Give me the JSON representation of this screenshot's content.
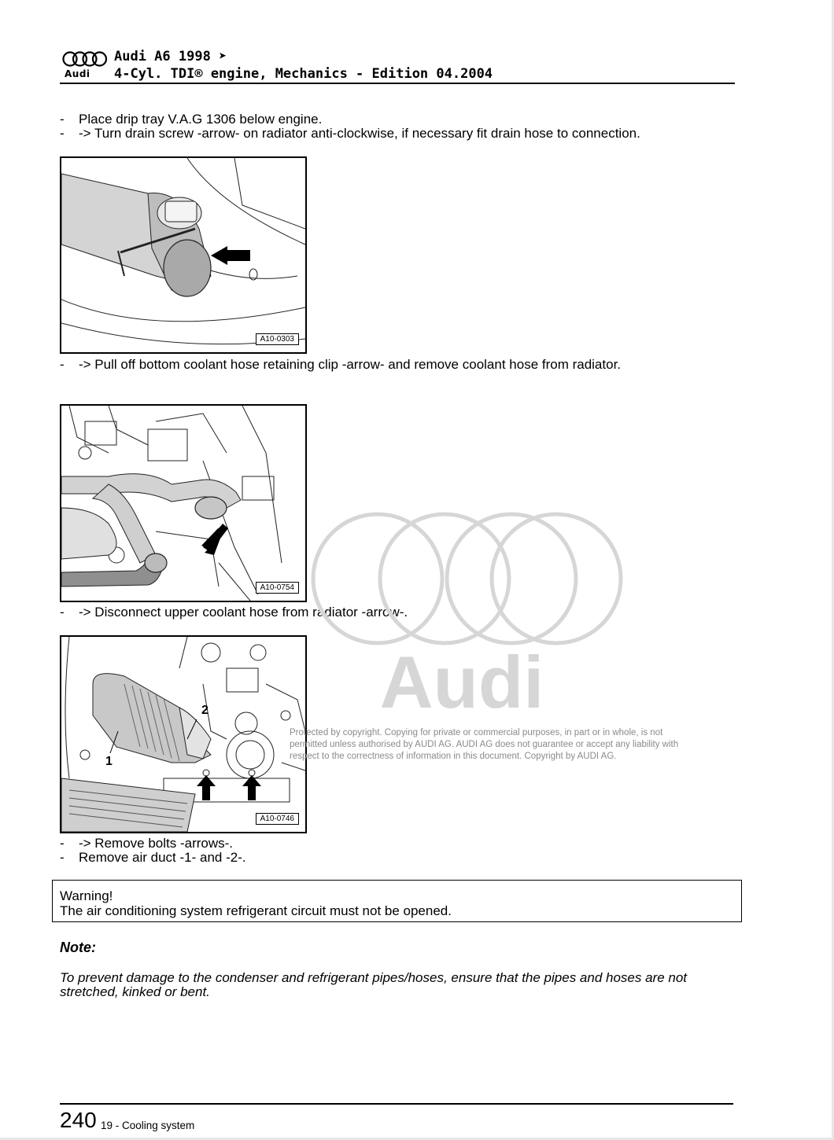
{
  "header": {
    "brand": "Audi",
    "model_line": "Audi A6 1998 ➤",
    "subtitle": "4-Cyl. TDI® engine, Mechanics - Edition 04.2004"
  },
  "steps": [
    {
      "dash": "-",
      "text": "Place drip tray V.A.G 1306 below engine."
    },
    {
      "dash": "-",
      "text": "-> Turn drain screw -arrow- on radiator anti-clockwise, if necessary fit drain hose to connection."
    },
    {
      "dash": "-",
      "text": "-> Pull off bottom coolant hose retaining clip -arrow- and remove coolant hose from radiator."
    },
    {
      "dash": "-",
      "text": "-> Disconnect upper coolant hose from radiator -arrow-."
    },
    {
      "dash": "-",
      "text": "-> Remove bolts -arrows-."
    },
    {
      "dash": "-",
      "text": "Remove air duct -1- and -2-."
    }
  ],
  "figures": [
    {
      "label": "A10-0303"
    },
    {
      "label": "A10-0754"
    },
    {
      "label": "A10-0746",
      "callouts": [
        "1",
        "2"
      ]
    }
  ],
  "watermark": {
    "brand": "Audi",
    "copyright": "Protected by copyright. Copying for private or commercial purposes, in part or in whole, is not permitted unless authorised by AUDI AG. AUDI AG does not guarantee or accept any liability with respect to the correctness of information in this document. Copyright by AUDI AG."
  },
  "warning": {
    "title": "Warning!",
    "text": "The air conditioning system refrigerant circuit must not be opened."
  },
  "note": {
    "title": "Note:",
    "text": "To prevent damage to the condenser and refrigerant pipes/hoses, ensure that the pipes and hoses are not stretched, kinked or bent."
  },
  "footer": {
    "page_number": "240",
    "section": "19 - Cooling system"
  }
}
